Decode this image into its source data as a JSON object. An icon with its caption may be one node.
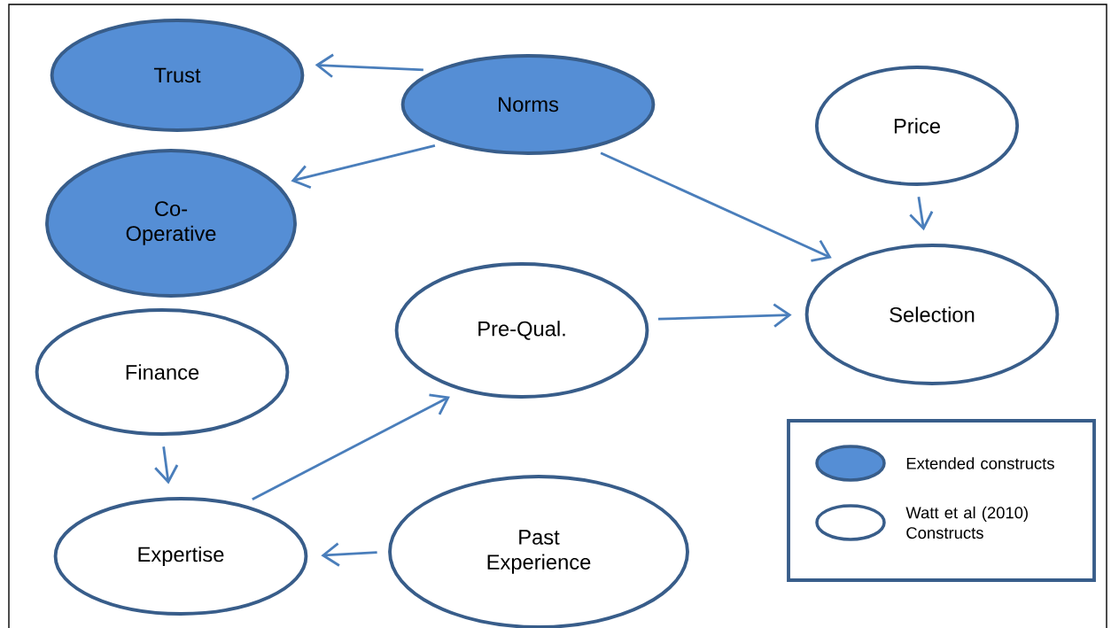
{
  "diagram": {
    "nodes": [
      {
        "text": [
          "Trust"
        ]
      },
      {
        "text": [
          "Norms"
        ]
      },
      {
        "text": [
          "Price"
        ]
      },
      {
        "text": [
          "Co-Operative"
        ]
      },
      {
        "text": [
          "Pre-Qual."
        ]
      },
      {
        "text": [
          "Selection"
        ]
      },
      {
        "text": [
          "Finance"
        ]
      },
      {
        "text": [
          "Expertise"
        ]
      },
      {
        "text": [
          "Past Experience"
        ]
      }
    ],
    "edges": [
      {
        "from": 1,
        "to": 0,
        "arrow": "to"
      },
      {
        "from": 1,
        "to": 3,
        "arrow": "to"
      },
      {
        "from": 1,
        "to": 5,
        "arrow": "to"
      },
      {
        "from": 2,
        "to": 5,
        "arrow": "to"
      },
      {
        "from": 4,
        "to": 5,
        "arrow": "to"
      },
      {
        "from": 6,
        "to": 7,
        "arrow": "to"
      },
      {
        "from": 7,
        "to": 4,
        "arrow": "to"
      },
      {
        "from": 8,
        "to": 7,
        "arrow": "to"
      }
    ],
    "legend": [
      {
        "text": "Extended constructs",
        "color": "#558ed5"
      },
      {
        "text": "Watt et al (2010) Constructs"
      }
    ]
  }
}
